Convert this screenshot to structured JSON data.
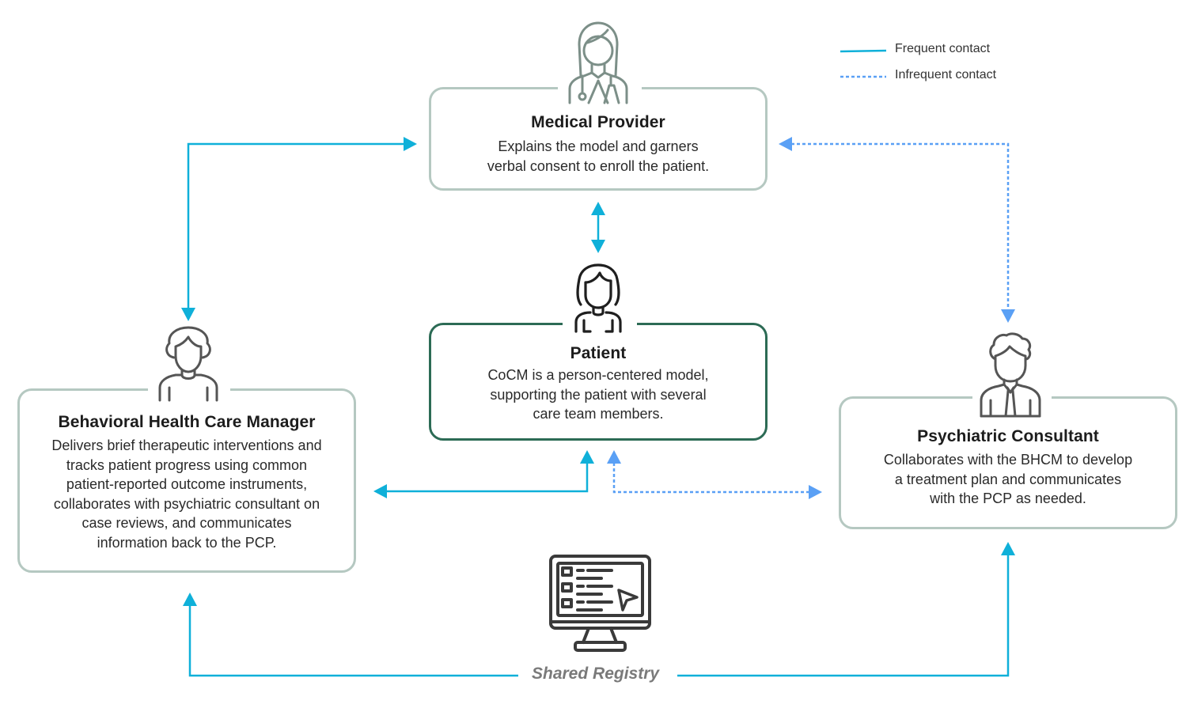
{
  "legend": {
    "frequent": {
      "label": "Frequent contact",
      "color": "#0fb0d9",
      "style": "solid"
    },
    "infrequent": {
      "label": "Infrequent contact",
      "color": "#5aa0f5",
      "style": "dashed"
    }
  },
  "nodes": {
    "medical_provider": {
      "title": "Medical Provider",
      "desc_lines": [
        "Explains the model and garners",
        "verbal consent to enroll the patient."
      ],
      "icon": "female-doctor-icon"
    },
    "patient": {
      "title": "Patient",
      "desc_lines": [
        "CoCM is a person-centered model,",
        "supporting the patient with several",
        "care team members."
      ],
      "icon": "patient-icon"
    },
    "bhcm": {
      "title": "Behavioral Health Care Manager",
      "desc_lines": [
        "Delivers brief therapeutic interventions and",
        "tracks patient progress using common",
        "patient-reported outcome instruments,",
        "collaborates with psychiatric consultant on",
        "case reviews, and communicates",
        "information back to the PCP."
      ],
      "icon": "care-manager-icon"
    },
    "psychiatric_consultant": {
      "title": "Psychiatric Consultant",
      "desc_lines": [
        "Collaborates with the BHCM to develop",
        "a treatment plan and communicates",
        "with the PCP as needed."
      ],
      "icon": "male-consultant-icon"
    },
    "shared_registry": {
      "label": "Shared Registry",
      "icon": "computer-registry-icon"
    }
  },
  "connections": [
    {
      "from": "bhcm",
      "to": "medical_provider",
      "type": "frequent",
      "bidirectional": true
    },
    {
      "from": "medical_provider",
      "to": "patient",
      "type": "frequent",
      "bidirectional": true
    },
    {
      "from": "psychiatric_consultant",
      "to": "medical_provider",
      "type": "infrequent",
      "bidirectional": true
    },
    {
      "from": "bhcm",
      "to": "patient",
      "type": "frequent",
      "bidirectional": true
    },
    {
      "from": "psychiatric_consultant",
      "to": "patient",
      "type": "infrequent",
      "bidirectional": true
    },
    {
      "from": "shared_registry",
      "to": "bhcm",
      "type": "frequent",
      "bidirectional": false
    },
    {
      "from": "shared_registry",
      "to": "psychiatric_consultant",
      "type": "frequent",
      "bidirectional": false
    }
  ]
}
